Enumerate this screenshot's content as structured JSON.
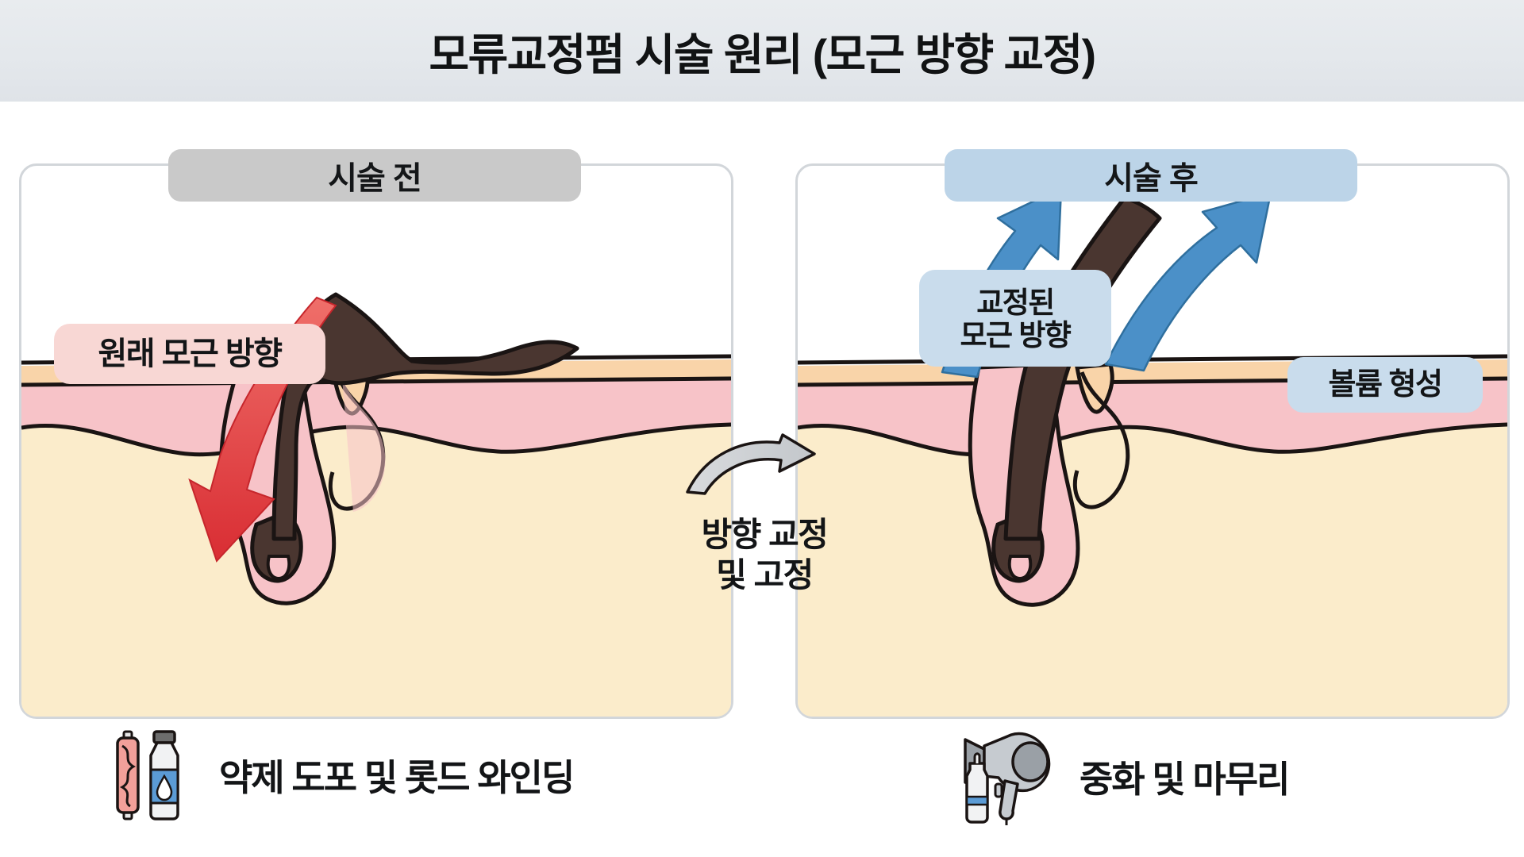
{
  "header": {
    "title": "모류교정펌 시술 원리 (모근 방향 교정)"
  },
  "panels": {
    "before": {
      "badge_label": "시술 전",
      "badge_color": "#c9c9c9",
      "callout": {
        "label": "원래 모근 방향",
        "color": "#f8d7d4",
        "arrow_color": "#e0383c",
        "arrow_icon": "down-left-arrow-icon"
      }
    },
    "after": {
      "badge_label": "시술 후",
      "badge_color": "#bcd4e8",
      "callouts": [
        {
          "label_line1": "교정된",
          "label_line2": "모근 방향",
          "color": "#c9dcec",
          "arrow_color": "#4b90c8",
          "arrow_icon": "up-arrow-icon"
        },
        {
          "label": "볼륨 형성",
          "color": "#c9dcec",
          "arrow_color": "#4b90c8",
          "arrow_icon": "up-right-arrow-icon"
        }
      ]
    }
  },
  "center": {
    "arrow_icon": "curved-right-arrow-icon",
    "arrow_color": "#c8ccd0",
    "caption_line1": "방향 교정",
    "caption_line2": "및 고정"
  },
  "steps": [
    {
      "icons": [
        "perm-rod-icon",
        "solution-bottle-icon"
      ],
      "label": "약제 도포 및 롯드 와인딩"
    },
    {
      "icons": [
        "hair-dryer-icon",
        "neutralizer-bottle-icon"
      ],
      "label": "중화 및 마무리"
    }
  ],
  "skin": {
    "epidermis_color": "#f9d4a9",
    "dermis_color": "#f7c3c8",
    "hypodermis_color": "#fbeccb",
    "hair_color": "#4a3630",
    "follicle_lining_color": "#f7c3c8",
    "outline_color": "#1a1413"
  }
}
